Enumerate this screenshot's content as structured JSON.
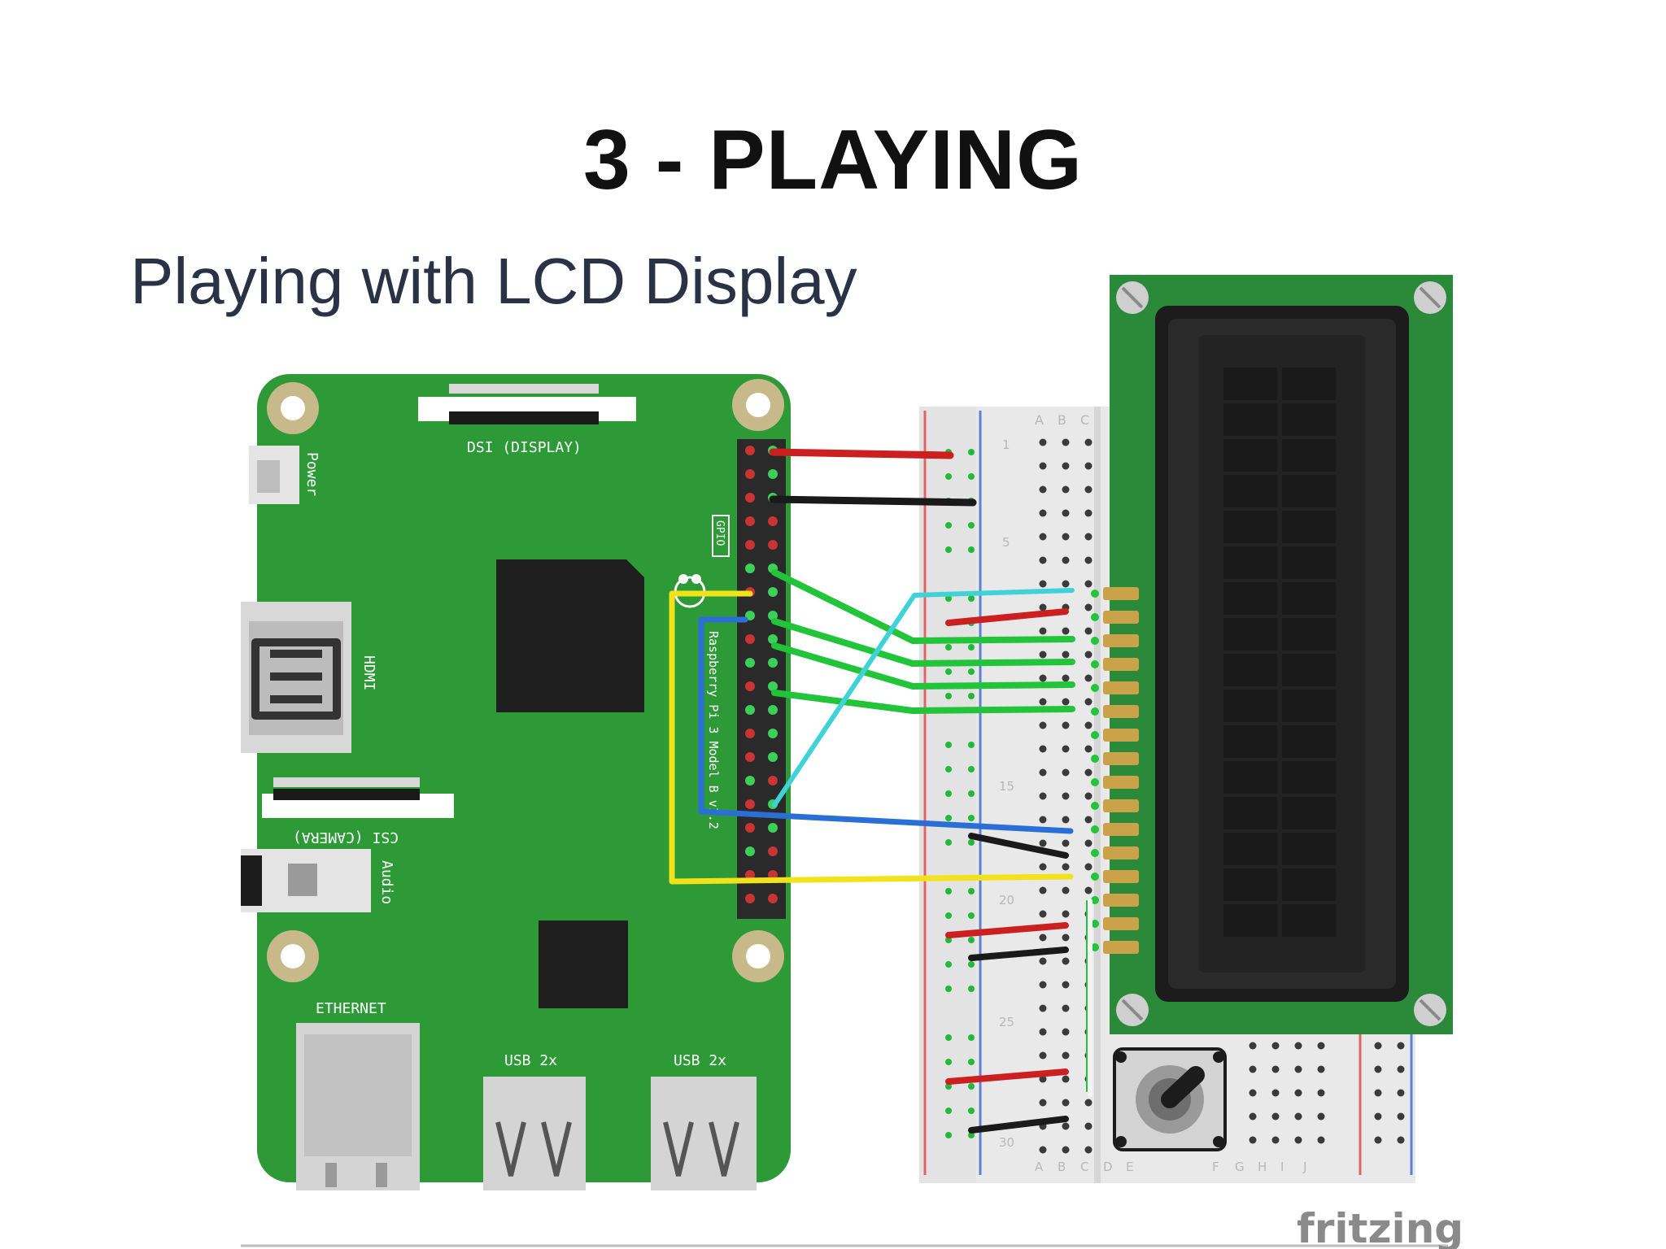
{
  "slide": {
    "title": "3 - PLAYING",
    "subtitle": "Playing with LCD Display"
  },
  "pi_board": {
    "labels": {
      "dsi": "DSI (DISPLAY)",
      "power": "Power",
      "hdmi": "HDMI",
      "csi": "CSI (CAMERA)",
      "audio": "Audio",
      "ethernet": "ETHERNET",
      "usb_left": "USB 2x",
      "usb_right": "USB 2x",
      "model": "Raspberry Pi 3 Model B v1.2",
      "gpio": "GPIO"
    }
  },
  "breadboard": {
    "row_numbers": [
      "1",
      "5",
      "15",
      "20",
      "25",
      "30"
    ],
    "column_letters_top": [
      "A",
      "B",
      "C"
    ],
    "column_letters_bottom": [
      "A",
      "B",
      "C",
      "D",
      "E",
      "F",
      "G",
      "H",
      "I",
      "J"
    ]
  },
  "watermark": "fritzing",
  "colors": {
    "pcb_green": "#2e9a37",
    "lcd_green": "#2b8a3a",
    "wire_red": "#cc1f1f",
    "wire_black": "#1a1a1a",
    "wire_green": "#22c43a",
    "wire_cyan": "#3fd3d8",
    "wire_blue": "#2a6fd6",
    "wire_yellow": "#f2e21a"
  }
}
